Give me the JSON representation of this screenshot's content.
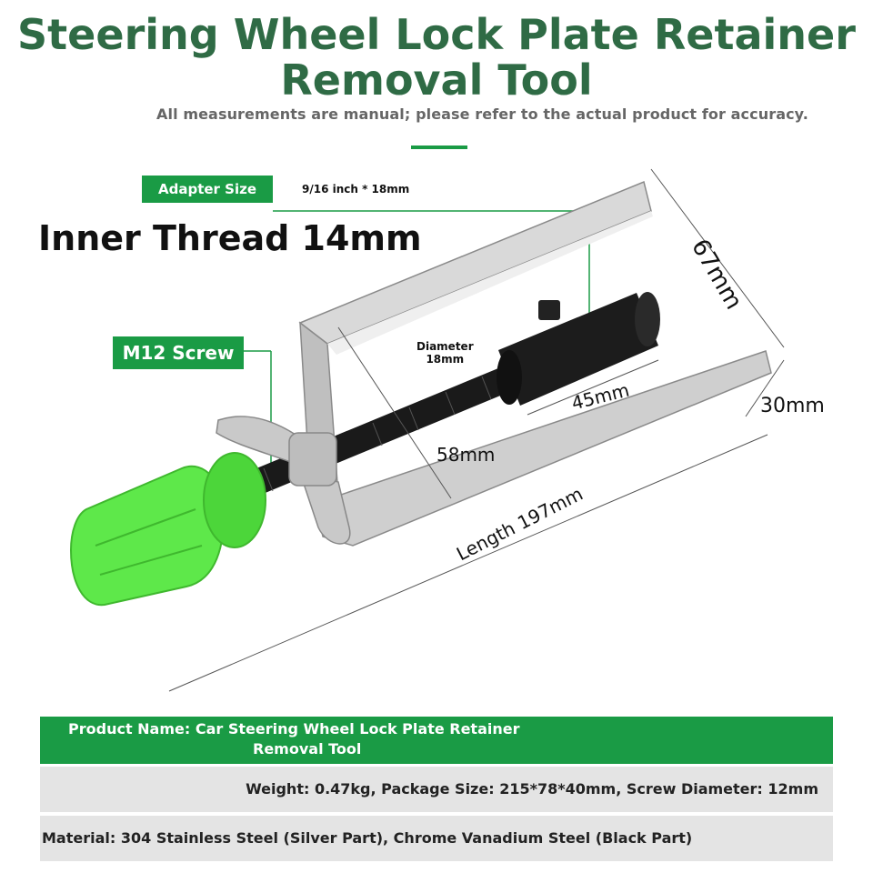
{
  "header": {
    "title_line1": "Steering Wheel Lock Plate Retainer",
    "title_line2": "Removal Tool",
    "note": "All measurements are manual; please refer to the actual product for accuracy."
  },
  "labels": {
    "adapter_tag": "Adapter Size",
    "adapter_value": "9/16 inch * 18mm",
    "inner_thread": "Inner Thread 14mm",
    "m12_tag": "M12 Screw",
    "diameter_line1": "Diameter",
    "diameter_line2": "18mm"
  },
  "dimensions": {
    "height": "67mm",
    "depth": "30mm",
    "socket_length": "45mm",
    "inner_width": "58mm",
    "length": "Length 197mm"
  },
  "specs": {
    "product_name_line1": "Product Name: Car Steering Wheel Lock Plate Retainer",
    "product_name_line2": "Removal Tool",
    "weight": "Weight: 0.47kg, Package Size: 215*78*40mm, Screw Diameter: 12mm",
    "material": "Material: 304 Stainless Steel (Silver Part), Chrome Vanadium Steel (Black Part)"
  },
  "colors": {
    "title": "#2f6b45",
    "accent": "#1a9b45",
    "knob": "#5ee84a",
    "bar_gray": "#e4e4e4"
  }
}
